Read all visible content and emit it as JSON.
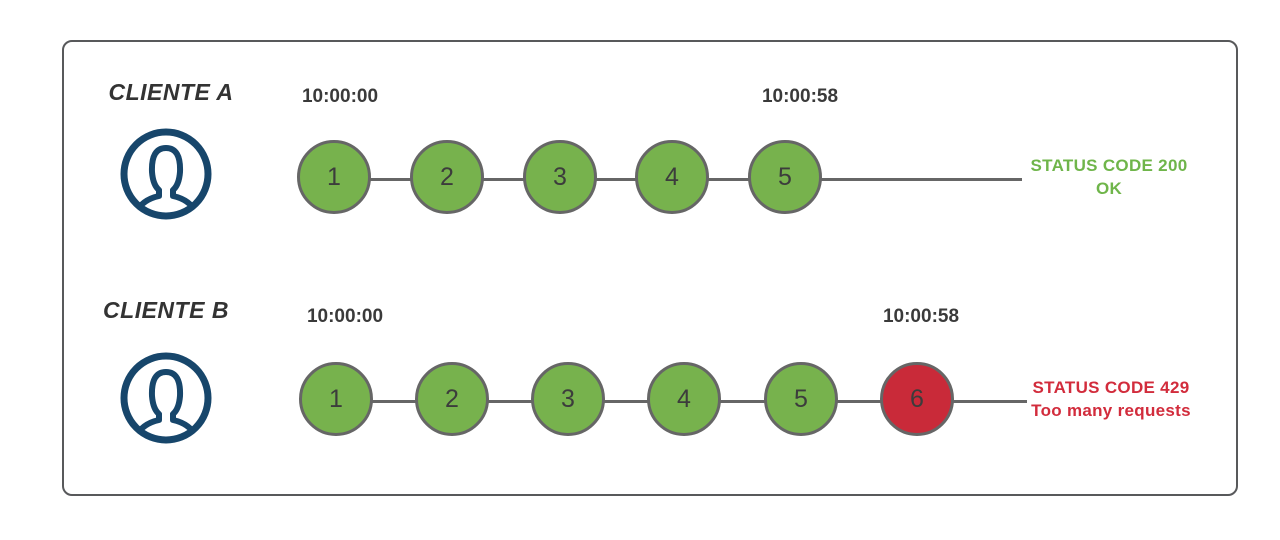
{
  "diagram_title": "rate-limit-clients-diagram",
  "clients": [
    {
      "name": "CLIENTE A",
      "start_time": "10:00:00",
      "end_time": "10:00:58",
      "requests": [
        "1",
        "2",
        "3",
        "4",
        "5"
      ],
      "status_line1": "STATUS CODE 200",
      "status_line2": "OK",
      "status_type": "success"
    },
    {
      "name": "CLIENTE B",
      "start_time": "10:00:00",
      "end_time": "10:00:58",
      "requests": [
        "1",
        "2",
        "3",
        "4",
        "5",
        "6"
      ],
      "status_line1": "STATUS CODE 429",
      "status_line2": "Too many requests",
      "status_type": "error"
    }
  ],
  "colors": {
    "request_ok": "#77b24d",
    "request_error": "#c92a39",
    "status_success_text": "#6fb54a",
    "status_error_text": "#d22c3c",
    "avatar_icon": "#17466b",
    "timeline": "#666666",
    "frame_border": "#58595b",
    "dark_text": "#3a3a3a"
  },
  "icons": {
    "client_avatar": "user-icon"
  }
}
